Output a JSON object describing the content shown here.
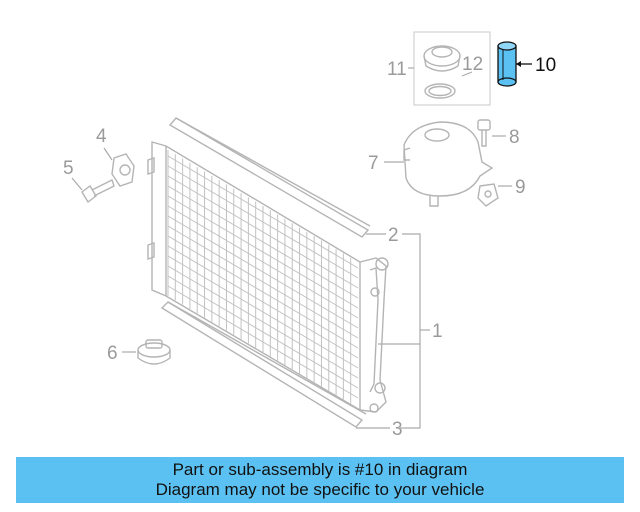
{
  "diagram": {
    "callouts": [
      {
        "id": "1",
        "label": "1"
      },
      {
        "id": "2",
        "label": "2"
      },
      {
        "id": "3",
        "label": "3"
      },
      {
        "id": "4",
        "label": "4"
      },
      {
        "id": "5",
        "label": "5"
      },
      {
        "id": "6",
        "label": "6"
      },
      {
        "id": "7",
        "label": "7"
      },
      {
        "id": "8",
        "label": "8"
      },
      {
        "id": "9",
        "label": "9"
      },
      {
        "id": "10",
        "label": "10",
        "highlighted": true
      },
      {
        "id": "11",
        "label": "11"
      },
      {
        "id": "12",
        "label": "12"
      }
    ],
    "highlight_color": "#5bc1f2",
    "part_color": "#b4b4b4"
  },
  "banner": {
    "line1": "Part or sub-assembly is #10 in diagram",
    "line2": "Diagram may not be specific to your vehicle",
    "background": "#5bc1f2"
  }
}
